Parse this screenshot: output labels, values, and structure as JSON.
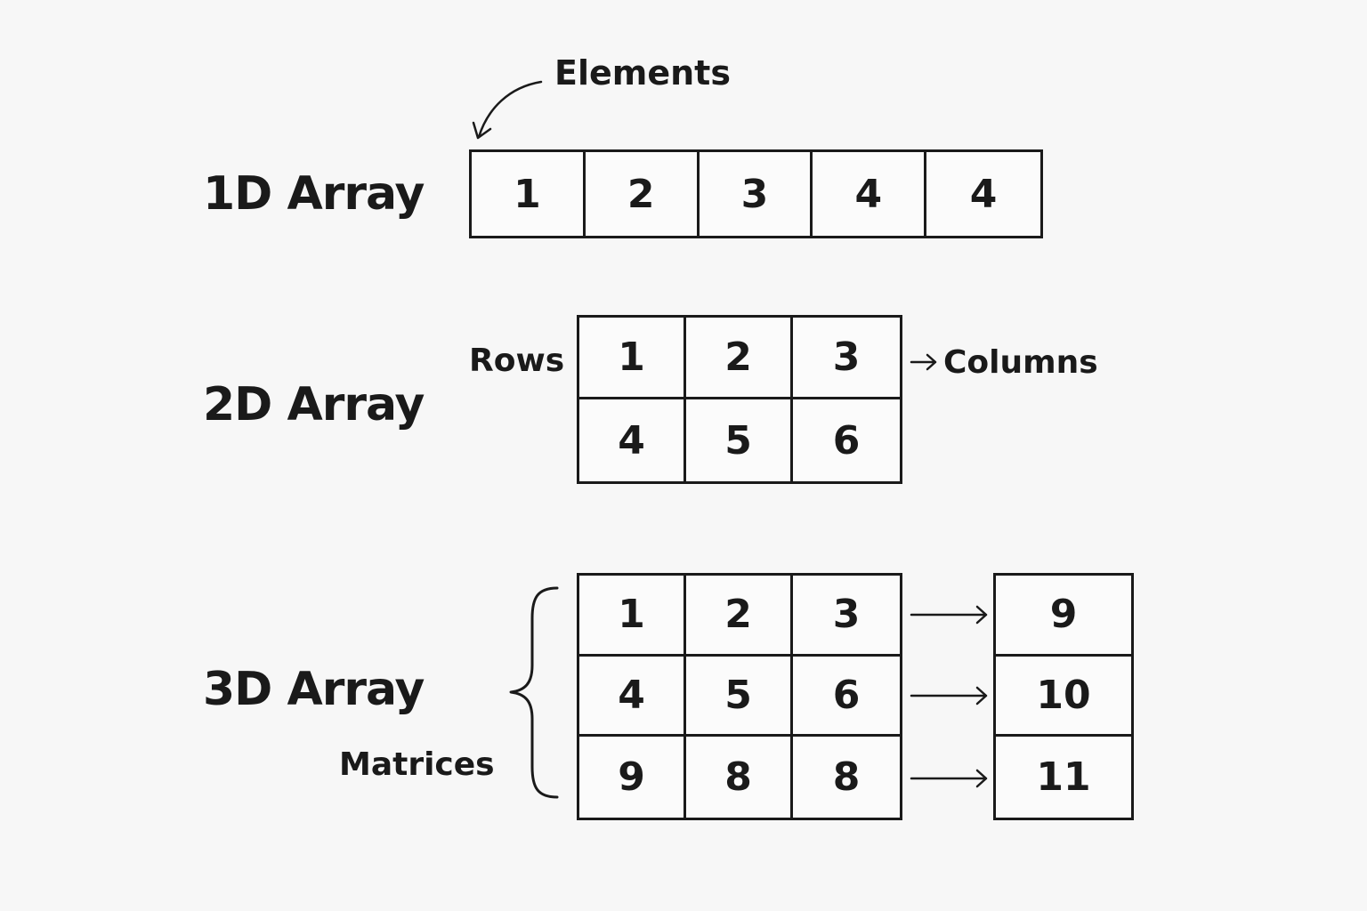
{
  "elements_label": "Elements",
  "array1d": {
    "title": "1D Array",
    "values": [
      "1",
      "2",
      "3",
      "4",
      "4"
    ]
  },
  "array2d": {
    "title": "2D Array",
    "rows_label": "Rows",
    "columns_label": "Columns",
    "values": [
      "1",
      "2",
      "3",
      "4",
      "5",
      "6"
    ]
  },
  "array3d": {
    "title": "3D Array",
    "matrices_label": "Matrices",
    "values": [
      "1",
      "2",
      "3",
      "4",
      "5",
      "6",
      "9",
      "8",
      "8"
    ],
    "side_values": [
      "9",
      "10",
      "11"
    ]
  }
}
